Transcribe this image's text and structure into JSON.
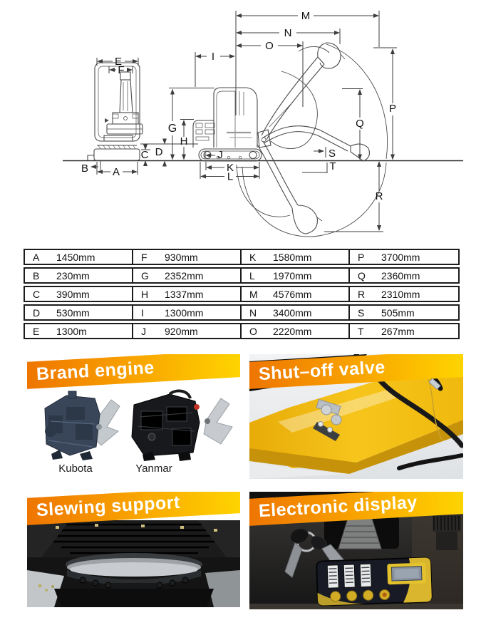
{
  "diagram": {
    "labels": {
      "A": "A",
      "B": "B",
      "C": "C",
      "D": "D",
      "E": "E",
      "F": "F",
      "G": "G",
      "H": "H",
      "I": "I",
      "J": "J",
      "K": "K",
      "L": "L",
      "M": "M",
      "N": "N",
      "O": "O",
      "P": "P",
      "Q": "Q",
      "R": "R",
      "S": "S",
      "T": "T"
    }
  },
  "table": {
    "rows": [
      [
        "A",
        "1450mm",
        "F",
        "930mm",
        "K",
        "1580mm",
        "P",
        "3700mm"
      ],
      [
        "B",
        "230mm",
        "G",
        "2352mm",
        "L",
        "1970mm",
        "Q",
        "2360mm"
      ],
      [
        "C",
        "390mm",
        "H",
        "1337mm",
        "M",
        "4576mm",
        "R",
        "2310mm"
      ],
      [
        "D",
        "530mm",
        "I",
        "1300mm",
        "N",
        "3400mm",
        "S",
        "505mm"
      ],
      [
        "E",
        "1300m",
        "J",
        "920mm",
        "O",
        "2220mm",
        "T",
        "267mm"
      ]
    ]
  },
  "panels": {
    "brand_engine": {
      "title": "Brand engine",
      "captions": [
        "Kubota",
        "Yanmar"
      ]
    },
    "shut_off_valve": {
      "title": "Shut–off valve"
    },
    "slewing_support": {
      "title": "Slewing support"
    },
    "electronic_display": {
      "title": "Electronic display"
    }
  },
  "colors": {
    "banner_gradient_start": "#ee7400",
    "banner_gradient_end": "#ffd600",
    "banner_text": "#ffffff",
    "diagram_line": "#3d3d3d",
    "table_border": "#1c1c1c",
    "boom_yellow": "#f2be14"
  }
}
